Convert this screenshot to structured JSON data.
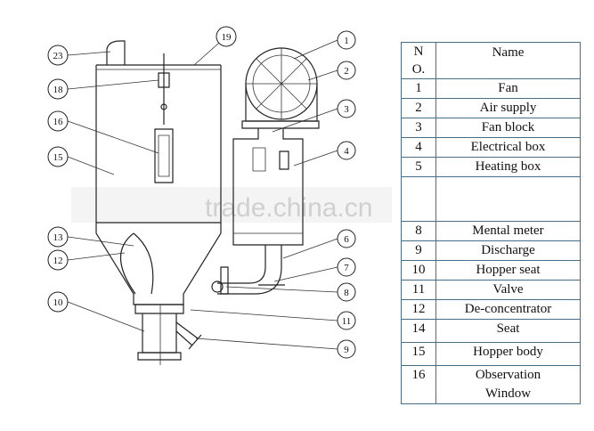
{
  "watermark": "trade.china.cn",
  "callouts": [
    {
      "num": "1"
    },
    {
      "num": "2"
    },
    {
      "num": "3"
    },
    {
      "num": "4"
    },
    {
      "num": "6"
    },
    {
      "num": "7"
    },
    {
      "num": "8"
    },
    {
      "num": "9"
    },
    {
      "num": "10"
    },
    {
      "num": "11"
    },
    {
      "num": "12"
    },
    {
      "num": "13"
    },
    {
      "num": "15"
    },
    {
      "num": "16"
    },
    {
      "num": "18"
    },
    {
      "num": "19"
    },
    {
      "num": "23"
    }
  ],
  "table": {
    "header_no": "N\nO.",
    "header_name": "Name",
    "rows": [
      {
        "no": "1",
        "name": "Fan"
      },
      {
        "no": "2",
        "name": "Air supply"
      },
      {
        "no": "3",
        "name": "Fan block"
      },
      {
        "no": "4",
        "name": "Electrical box"
      },
      {
        "no": "5",
        "name": "Heating box"
      },
      {
        "no": "",
        "name": ""
      },
      {
        "no": "8",
        "name": "Mental meter"
      },
      {
        "no": "9",
        "name": "Discharge"
      },
      {
        "no": "10",
        "name": "Hopper seat"
      },
      {
        "no": "11",
        "name": "Valve"
      },
      {
        "no": "12",
        "name": "De-concentrator"
      },
      {
        "no": "14",
        "name": "Seat"
      },
      {
        "no": "15",
        "name": "Hopper body"
      },
      {
        "no": "16",
        "name": "Observation\nWindow"
      }
    ]
  }
}
